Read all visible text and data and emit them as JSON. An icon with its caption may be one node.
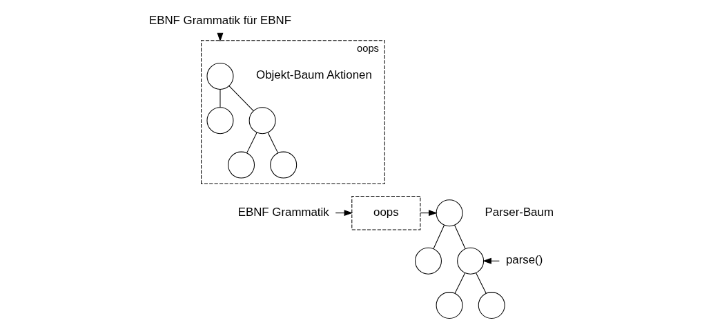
{
  "diagram": {
    "nodes": [
      {
        "text": [
          "EBNF Grammatik für EBNF"
        ]
      },
      {
        "text": [
          "oops"
        ]
      },
      {
        "text": [],
        "shape": "circle",
        "in": 1,
        "beside": [
          "Objekt-Baum Aktionen"
        ]
      },
      {
        "text": [],
        "shape": "circle",
        "in": 1
      },
      {
        "text": [],
        "shape": "circle",
        "in": 1
      },
      {
        "text": [],
        "shape": "circle",
        "in": 1
      },
      {
        "text": [],
        "shape": "circle",
        "in": 1
      },
      {
        "text": [
          "EBNF Grammatik"
        ]
      },
      {
        "text": [
          "oops"
        ]
      },
      {
        "text": [],
        "shape": "circle",
        "beside": [
          "Parser-Baum"
        ]
      },
      {
        "text": [],
        "shape": "circle"
      },
      {
        "text": [],
        "shape": "circle"
      },
      {
        "text": [],
        "shape": "circle"
      },
      {
        "text": [],
        "shape": "circle"
      },
      {
        "text": [
          "parse()"
        ]
      }
    ],
    "edges": [
      {
        "from": 0,
        "to": 1,
        "arrow": "to"
      },
      {
        "from": 2,
        "to": 3,
        "arrow": "none"
      },
      {
        "from": 2,
        "to": 4,
        "arrow": "none"
      },
      {
        "from": 4,
        "to": 5,
        "arrow": "none"
      },
      {
        "from": 4,
        "to": 6,
        "arrow": "none"
      },
      {
        "from": 7,
        "to": 8,
        "arrow": "to"
      },
      {
        "from": 8,
        "to": 9,
        "arrow": "to"
      },
      {
        "from": 9,
        "to": 10,
        "arrow": "none"
      },
      {
        "from": 9,
        "to": 11,
        "arrow": "none"
      },
      {
        "from": 11,
        "to": 12,
        "arrow": "none"
      },
      {
        "from": 11,
        "to": 13,
        "arrow": "none"
      },
      {
        "from": 14,
        "to": 11,
        "arrow": "to"
      }
    ]
  }
}
